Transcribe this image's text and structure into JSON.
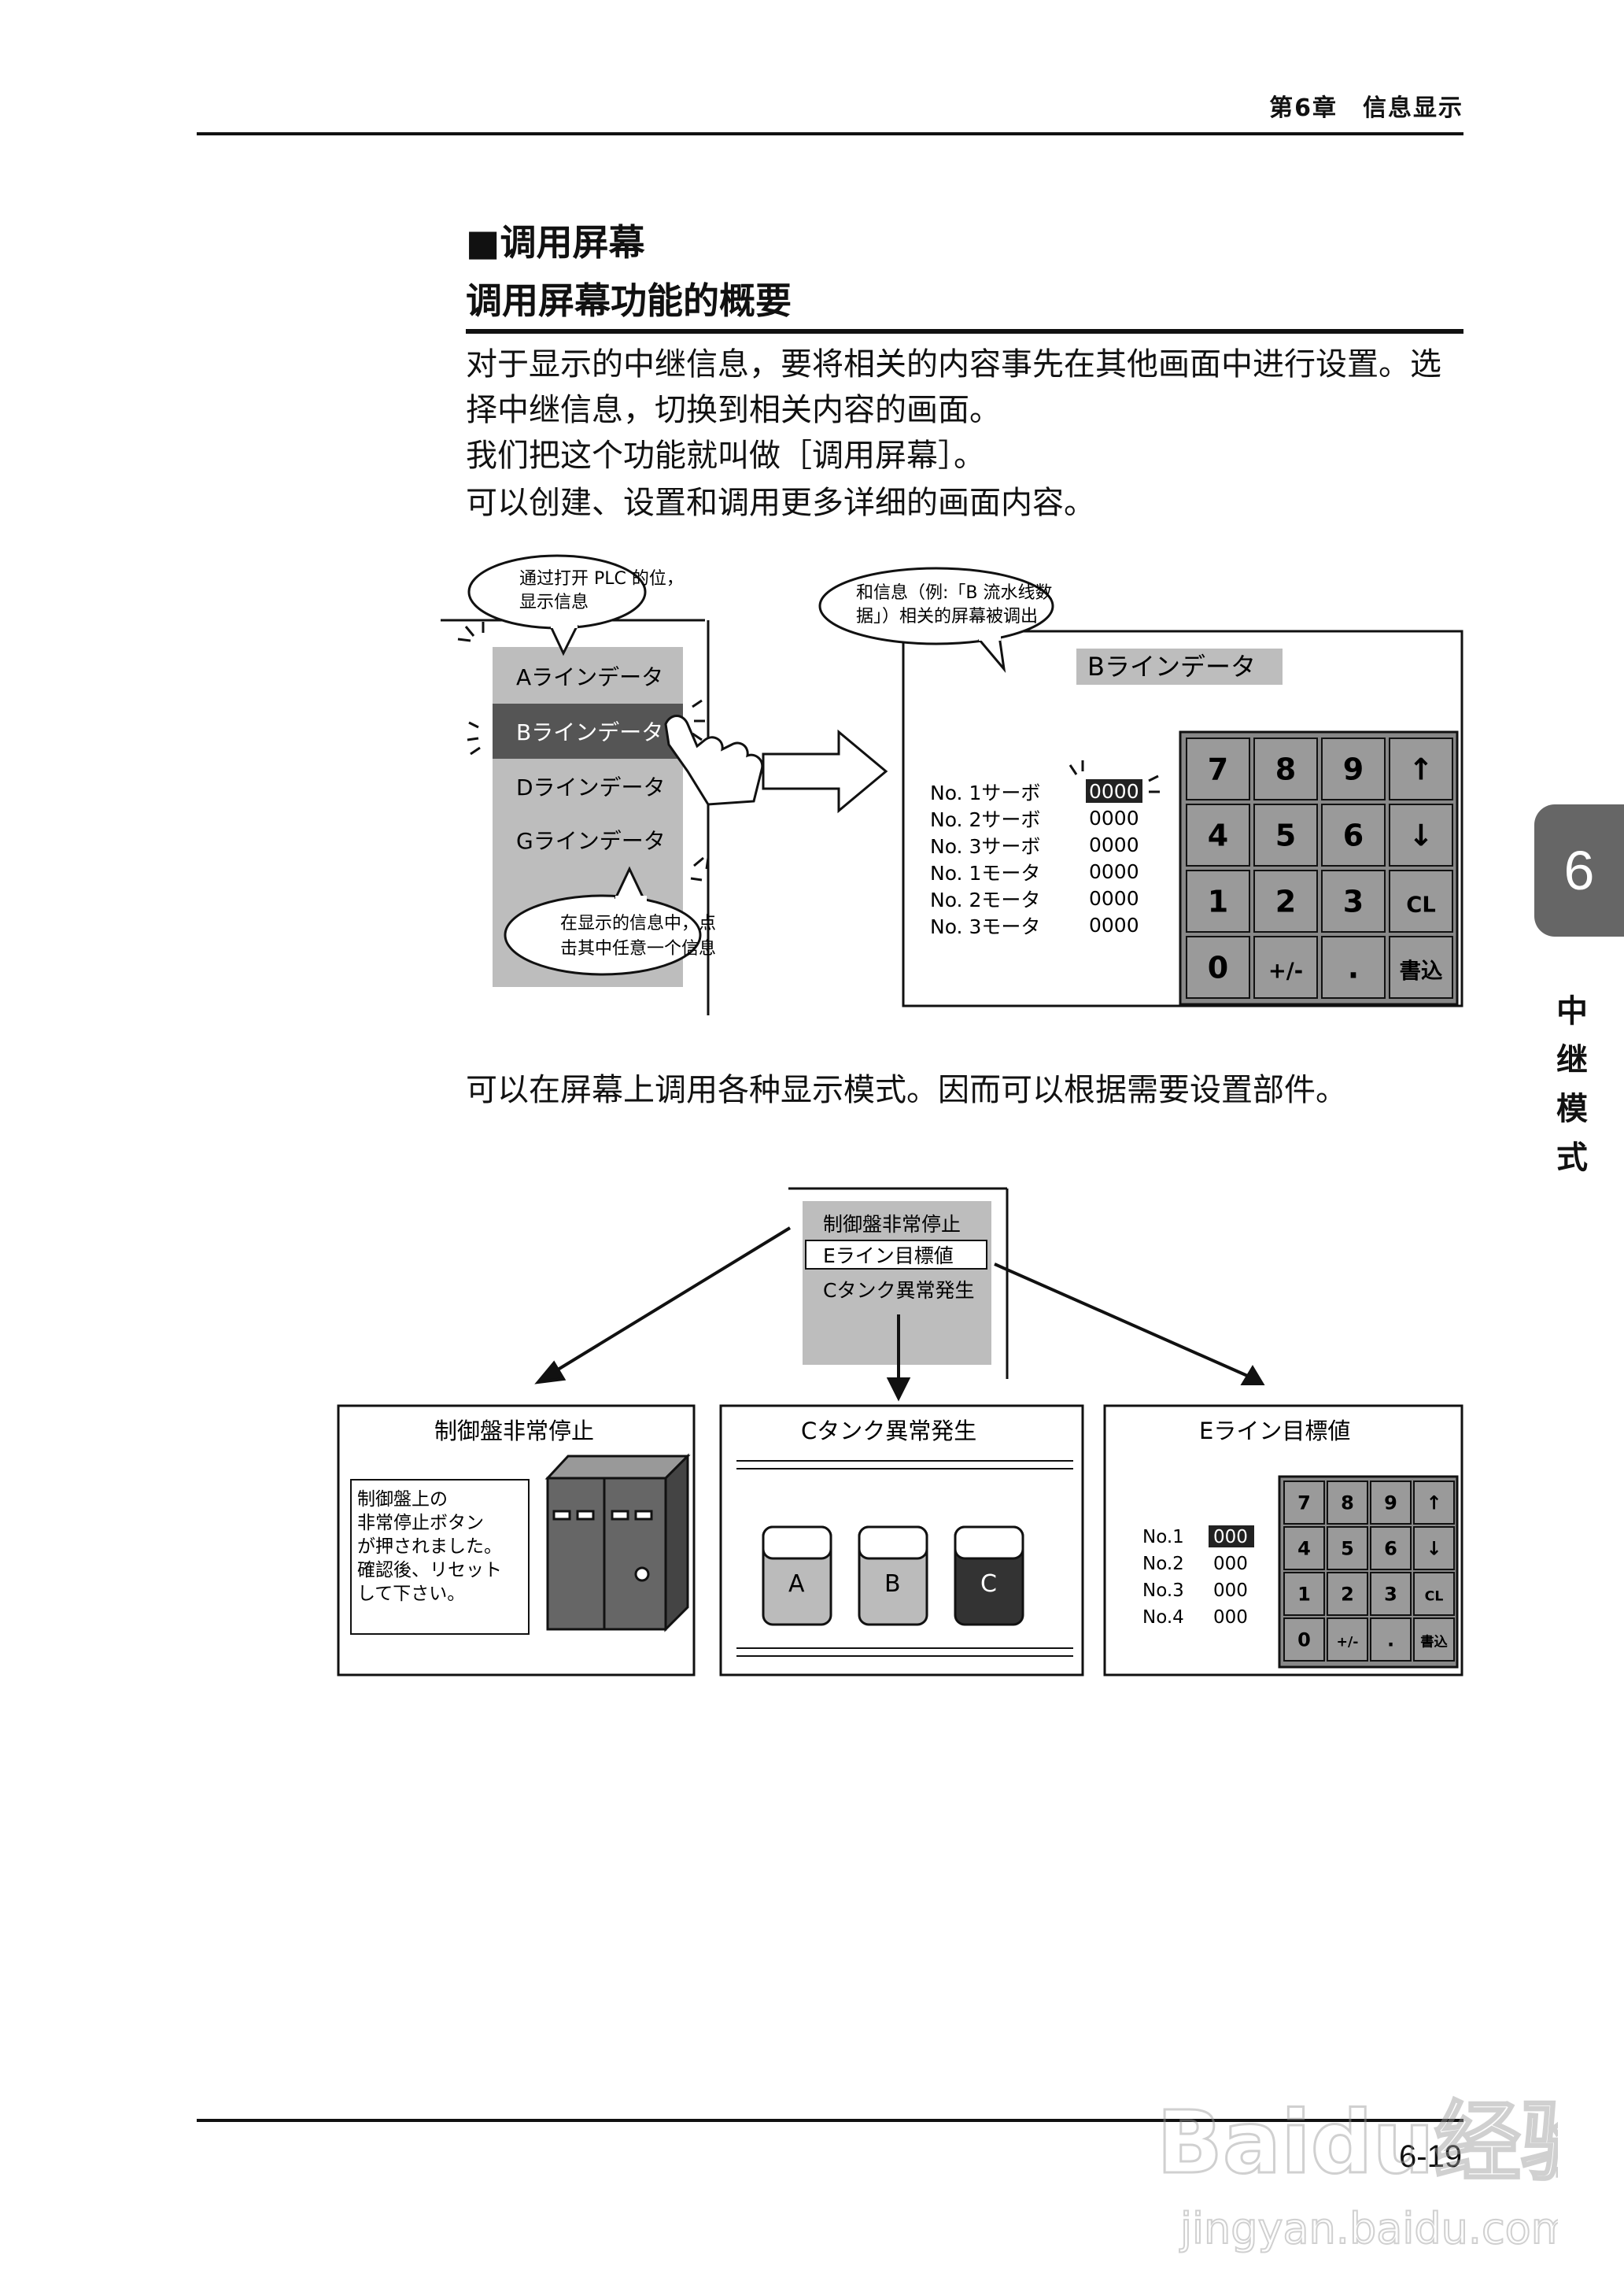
{
  "header": {
    "chapter": "第6章　信息显示"
  },
  "section": {
    "title": "■调用屏幕",
    "subtitle": "调用屏幕功能的概要",
    "paragraph_lines": [
      "对于显示的中继信息，要将相关的内容事先在其他画面中进行设置。选",
      "择中继信息，切换到相关内容的画面。",
      "我们把这个功能就叫做［调用屏幕］。",
      "可以创建、设置和调用更多详细的画面内容。"
    ],
    "paragraph2": "可以在屏幕上调用各种显示模式。因而可以根据需要设置部件。"
  },
  "diagram1": {
    "bubble_left": [
      "通过打开 PLC 的位，",
      "显示信息"
    ],
    "bubble_right": [
      "和信息（例:「B 流水线数",
      "据」）相关的屏幕被调出"
    ],
    "bubble_bottom": [
      "在显示的信息中，点",
      "击其中任意一个信息"
    ],
    "menu_items": [
      "Aラインデータ",
      "Bラインデータ",
      "Dラインデータ",
      "Gラインデータ"
    ],
    "screen_title": "Bラインデータ",
    "rows": [
      {
        "label": "No. 1サーボ",
        "value": "0000"
      },
      {
        "label": "No. 2サーボ",
        "value": "0000"
      },
      {
        "label": "No. 3サーボ",
        "value": "0000"
      },
      {
        "label": "No. 1モータ",
        "value": "0000"
      },
      {
        "label": "No. 2モータ",
        "value": "0000"
      },
      {
        "label": "No. 3モータ",
        "value": "0000"
      }
    ],
    "keypad": [
      "7",
      "8",
      "9",
      "↑",
      "4",
      "5",
      "6",
      "↓",
      "1",
      "2",
      "3",
      "CL",
      "0",
      "+/-",
      ".",
      "書込"
    ]
  },
  "diagram2": {
    "menu_items": [
      "制御盤非常停止",
      "Eライン目標値",
      "Cタンク異常発生"
    ],
    "panel1_title": "制御盤非常停止",
    "panel1_message": [
      "制御盤上の",
      "非常停止ボタン",
      "が押されました。",
      "確認後、リセット",
      "して下さい。"
    ],
    "panel2_title": "Cタンク異常発生",
    "tanks": [
      "A",
      "B",
      "C"
    ],
    "panel3_title": "Eライン目標値",
    "rows": [
      {
        "label": "No.1",
        "value": "000"
      },
      {
        "label": "No.2",
        "value": "000"
      },
      {
        "label": "No.3",
        "value": "000"
      },
      {
        "label": "No.4",
        "value": "000"
      }
    ],
    "keypad": [
      "7",
      "8",
      "9",
      "↑",
      "4",
      "5",
      "6",
      "↓",
      "1",
      "2",
      "3",
      "CL",
      "0",
      "+/-",
      ".",
      "書込"
    ]
  },
  "sidebar": {
    "tab_number": "6",
    "title_chars": [
      "中",
      "继",
      "模",
      "式"
    ]
  },
  "footer": {
    "page_number": "6-19"
  },
  "watermark": {
    "brand": "Baidu经验",
    "url": "jingyan.baidu.com"
  }
}
